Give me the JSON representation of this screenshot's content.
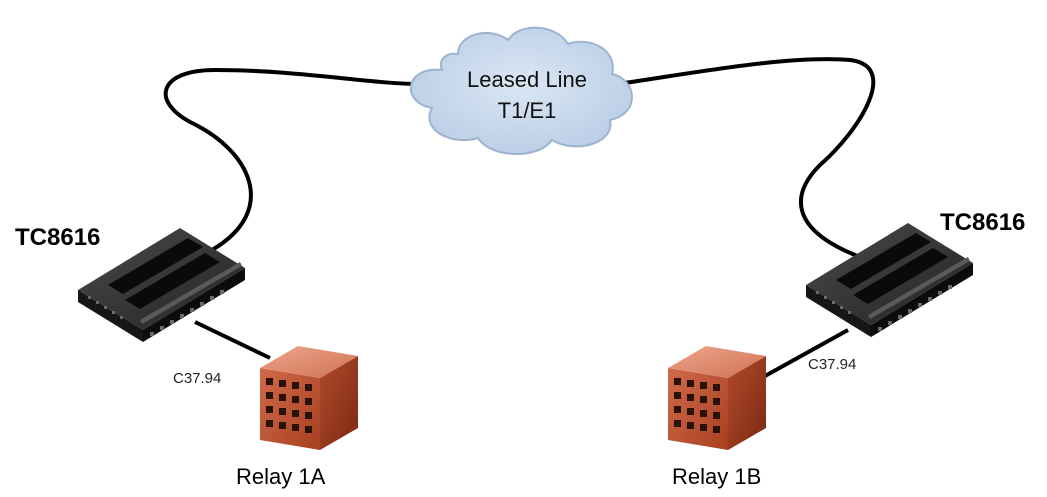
{
  "cloud": {
    "line1": "Leased Line",
    "line2": "T1/E1"
  },
  "left": {
    "device": "TC8616",
    "link": "C37.94",
    "relay": "Relay 1A"
  },
  "right": {
    "device": "TC8616",
    "link": "C37.94",
    "relay": "Relay 1B"
  },
  "colors": {
    "cable": "#000000",
    "cloud_fill": "#c6d7ec",
    "cloud_stroke": "#9fb4cf",
    "device_top": "#2e2e2e",
    "device_side": "#111111",
    "relay_front": "#c0573a",
    "relay_top": "#e08f74",
    "relay_side": "#8f3318"
  },
  "icons": [
    "cloud-icon",
    "tc8616-device-icon",
    "relay-cube-icon"
  ]
}
